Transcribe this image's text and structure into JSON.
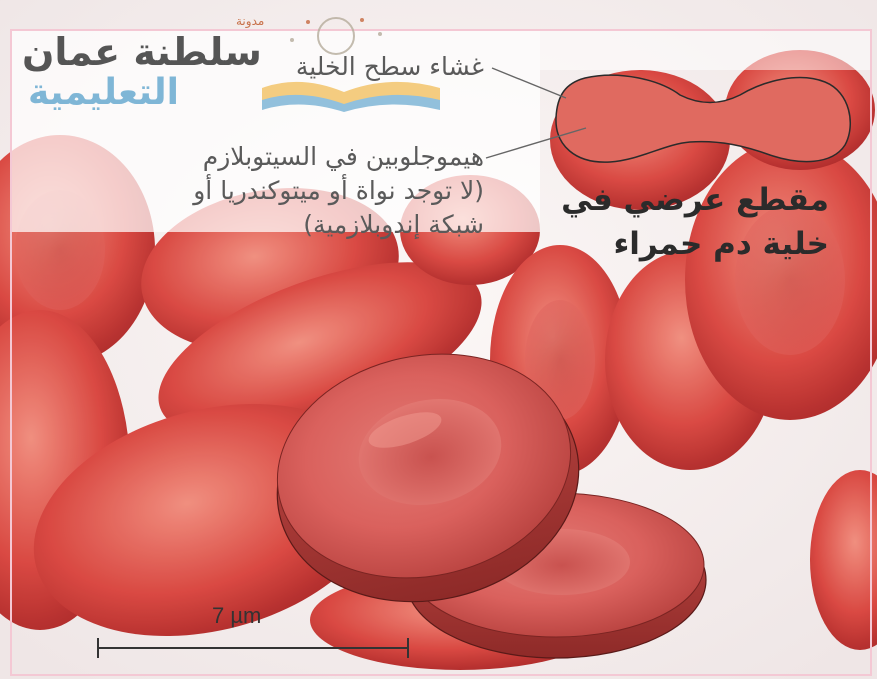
{
  "labels": {
    "membrane": "غشاء سطح الخلية",
    "hemoglobin_line1": "هيموجلوبين في السيتوبلازم",
    "hemoglobin_line2": "(لا توجد نواة أو ميتوكندريا أو",
    "hemoglobin_line3": "شبكة إندوبلازمية)",
    "cross_section_line1": "مقطع عرضي في",
    "cross_section_line2": "خلية دم حمراء"
  },
  "scale_bar": {
    "label": "7 µm"
  },
  "logo": {
    "line1": "سلطنة عمان",
    "line2": "التعليمية",
    "mark": "مدونة"
  },
  "colors": {
    "cell_fill": "#e05a55",
    "cross_section_fill": "#e06a60",
    "label_text": "#555555",
    "frame": "#f4c8d4"
  }
}
